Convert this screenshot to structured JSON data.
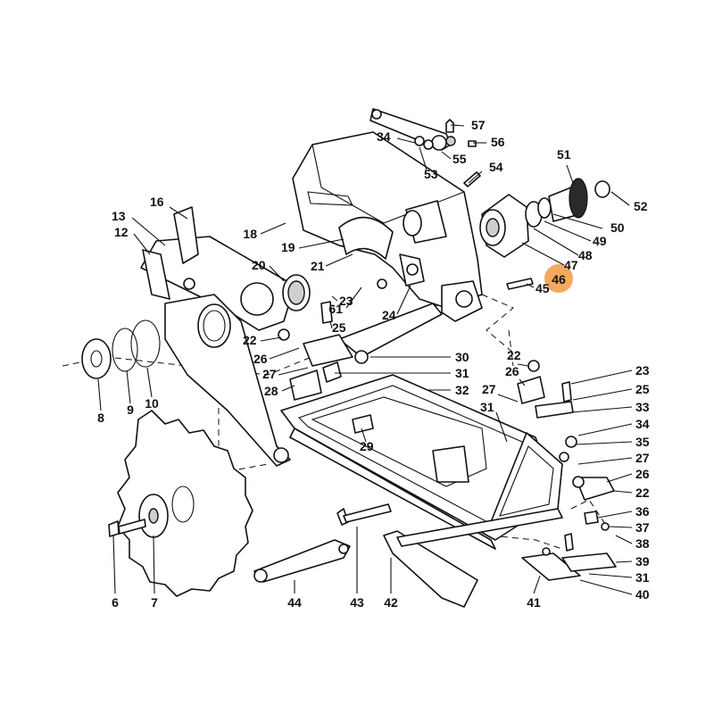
{
  "diagram": {
    "highlight_color": "#f4a95f",
    "highlighted_part": "46",
    "callouts": [
      {
        "label": "57"
      },
      {
        "label": "34"
      },
      {
        "label": "56"
      },
      {
        "label": "55"
      },
      {
        "label": "53"
      },
      {
        "label": "54"
      },
      {
        "label": "51"
      },
      {
        "label": "52"
      },
      {
        "label": "16"
      },
      {
        "label": "13"
      },
      {
        "label": "12"
      },
      {
        "label": "18"
      },
      {
        "label": "19"
      },
      {
        "label": "20"
      },
      {
        "label": "21"
      },
      {
        "label": "61"
      },
      {
        "label": "23"
      },
      {
        "label": "25"
      },
      {
        "label": "24"
      },
      {
        "label": "50"
      },
      {
        "label": "49"
      },
      {
        "label": "48"
      },
      {
        "label": "47"
      },
      {
        "label": "46"
      },
      {
        "label": "45"
      },
      {
        "label": "22"
      },
      {
        "label": "26"
      },
      {
        "label": "27"
      },
      {
        "label": "28"
      },
      {
        "label": "30"
      },
      {
        "label": "31"
      },
      {
        "label": "32"
      },
      {
        "label": "29"
      },
      {
        "label": "22"
      },
      {
        "label": "26"
      },
      {
        "label": "27"
      },
      {
        "label": "31"
      },
      {
        "label": "23"
      },
      {
        "label": "25"
      },
      {
        "label": "33"
      },
      {
        "label": "34"
      },
      {
        "label": "35"
      },
      {
        "label": "27"
      },
      {
        "label": "26"
      },
      {
        "label": "22"
      },
      {
        "label": "36"
      },
      {
        "label": "37"
      },
      {
        "label": "38"
      },
      {
        "label": "39"
      },
      {
        "label": "31"
      },
      {
        "label": "40"
      },
      {
        "label": "8"
      },
      {
        "label": "9"
      },
      {
        "label": "10"
      },
      {
        "label": "6"
      },
      {
        "label": "7"
      },
      {
        "label": "44"
      },
      {
        "label": "43"
      },
      {
        "label": "42"
      },
      {
        "label": "41"
      }
    ]
  }
}
